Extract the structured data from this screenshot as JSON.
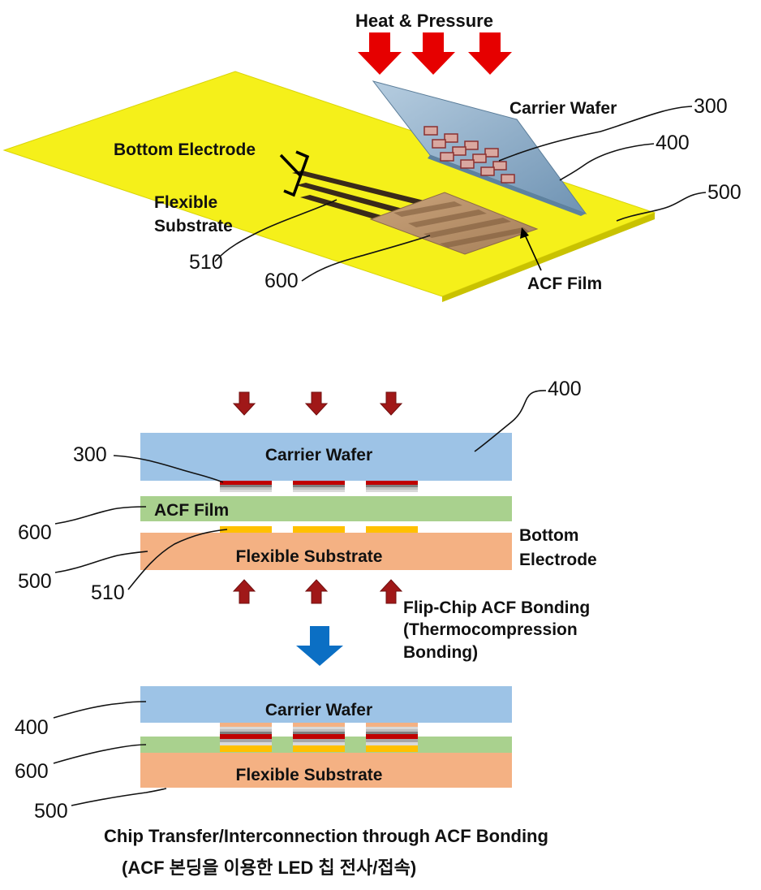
{
  "top": {
    "heat_label": "Heat & Pressure",
    "carrier_wafer": "Carrier Wafer",
    "bottom_electrode": "Bottom Electrode",
    "flexible_line1": "Flexible",
    "flexible_line2": "Substrate",
    "acf_film": "ACF Film",
    "ref_300": "300",
    "ref_400": "400",
    "ref_500": "500",
    "ref_510": "510",
    "ref_600": "600"
  },
  "middle": {
    "carrier_wafer": "Carrier Wafer",
    "acf_film": "ACF Film",
    "flexible_substrate": "Flexible Substrate",
    "bottom_electrode_line1": "Bottom",
    "bottom_electrode_line2": "Electrode",
    "bonding_line1": "Flip-Chip ACF Bonding",
    "bonding_line2": "(Thermocompression",
    "bonding_line3": "Bonding)",
    "ref_300": "300",
    "ref_400": "400",
    "ref_500": "500",
    "ref_510": "510",
    "ref_600": "600"
  },
  "bottom": {
    "carrier_wafer": "Carrier Wafer",
    "flexible_substrate": "Flexible Substrate",
    "ref_400": "400",
    "ref_500": "500",
    "ref_600": "600"
  },
  "caption": {
    "line1": "Chip Transfer/Interconnection through ACF Bonding",
    "line2": "(ACF 본딩을 이용한 LED 칩 전사/접속)"
  },
  "colors": {
    "yellow_substrate": "#f5f01a",
    "red_arrow": "#e60000",
    "dark_red_arrow": "#a01818",
    "blue_arrow": "#0b6fc4",
    "wafer_blue": "#9dc3e6",
    "acf_green": "#a9d18e",
    "substrate_orange": "#f4b183",
    "electrode_gold": "#ffc000",
    "chip_red": "#c00000"
  }
}
